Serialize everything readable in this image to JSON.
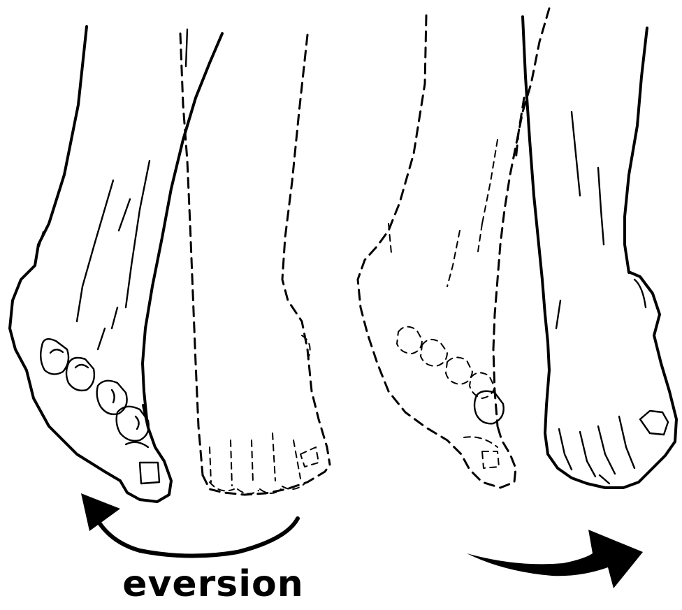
{
  "caption": {
    "label": "eversion"
  },
  "figure": {
    "left_foot": "foot-everted-left",
    "right_foot": "foot-everted-right",
    "arrow_left_icon": "curved-arrow-counterclockwise-icon",
    "arrow_right_icon": "curved-arrow-right-icon",
    "stroke_color": "#000000",
    "background_color": "#ffffff"
  }
}
